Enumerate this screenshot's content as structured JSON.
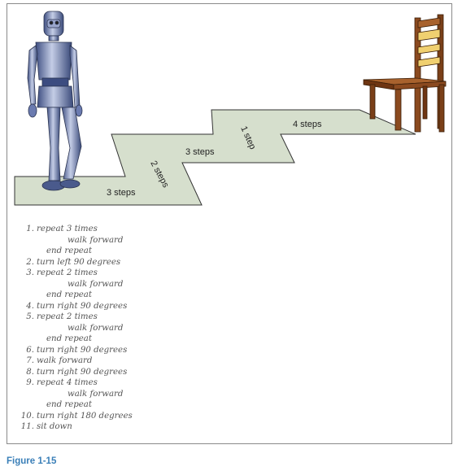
{
  "labels": {
    "seg1": "3 steps",
    "seg2": "2 steps",
    "seg3": "3 steps",
    "seg4": "1 step",
    "seg5": "4 steps"
  },
  "program": [
    {
      "num": "1.",
      "text": "repeat 3 times",
      "indent": 0
    },
    {
      "num": "",
      "text": "walk forward",
      "indent": 2
    },
    {
      "num": "",
      "text": "end repeat",
      "indent": 1
    },
    {
      "num": "2.",
      "text": "turn left 90 degrees",
      "indent": 0
    },
    {
      "num": "3.",
      "text": "repeat 2 times",
      "indent": 0
    },
    {
      "num": "",
      "text": "walk forward",
      "indent": 2
    },
    {
      "num": "",
      "text": "end repeat",
      "indent": 1
    },
    {
      "num": "4.",
      "text": "turn right 90 degrees",
      "indent": 0
    },
    {
      "num": "5.",
      "text": "repeat 2 times",
      "indent": 0
    },
    {
      "num": "",
      "text": "walk forward",
      "indent": 2
    },
    {
      "num": "",
      "text": "end repeat",
      "indent": 1
    },
    {
      "num": "6.",
      "text": "turn right 90 degrees",
      "indent": 0
    },
    {
      "num": "7.",
      "text": "walk forward",
      "indent": 0
    },
    {
      "num": "8.",
      "text": "turn right 90 degrees",
      "indent": 0
    },
    {
      "num": "9.",
      "text": "repeat 4 times",
      "indent": 0
    },
    {
      "num": "",
      "text": "walk forward",
      "indent": 2
    },
    {
      "num": "",
      "text": "end repeat",
      "indent": 1
    },
    {
      "num": "10.",
      "text": "turn right 180 degrees",
      "indent": 0
    },
    {
      "num": "11.",
      "text": "sit down",
      "indent": 0
    }
  ],
  "caption": "Figure 1-15",
  "colors": {
    "path_fill": "#d6dfcd",
    "path_stroke": "#333333",
    "caption": "#3a7fb8",
    "robot": "#5e72a6",
    "chair": "#8b4a1f"
  }
}
